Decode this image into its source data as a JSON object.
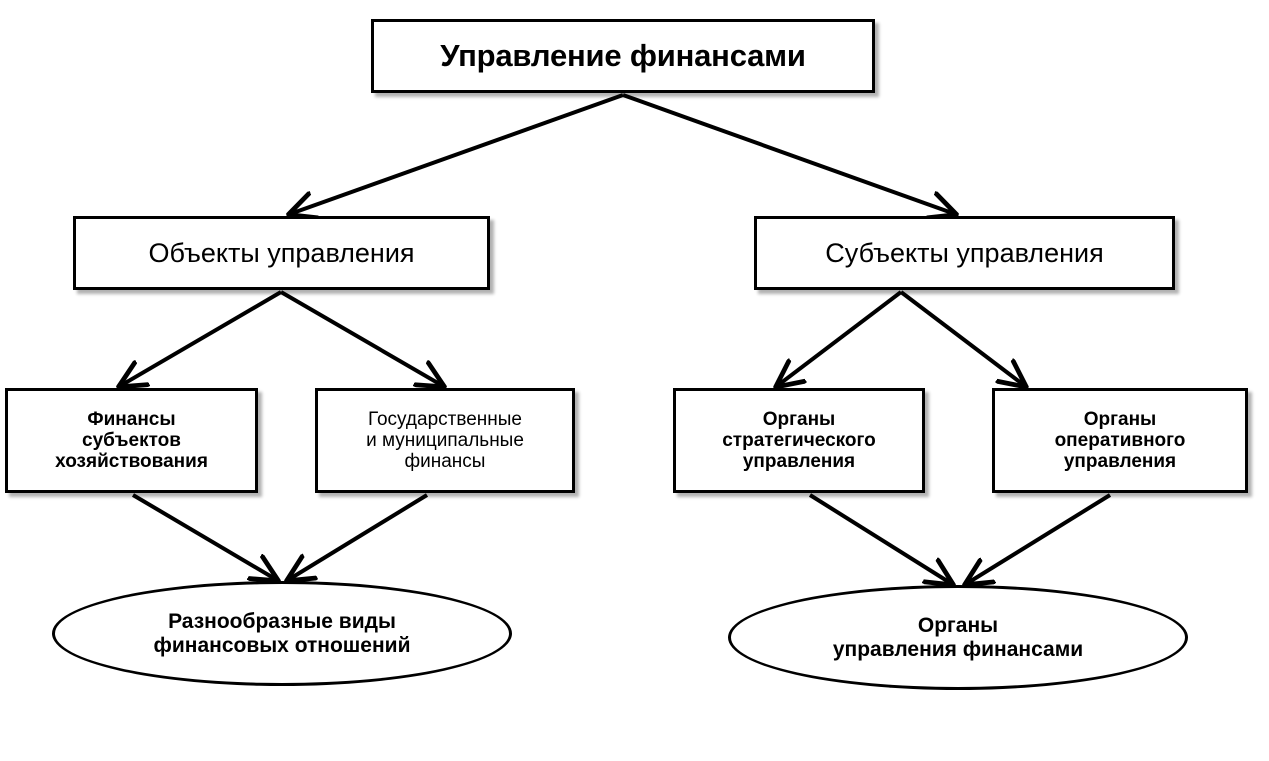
{
  "diagram": {
    "title": "Управление финансами",
    "type": "hierarchy-tree",
    "colors": {
      "stroke": "#000000",
      "fill": "#ffffff",
      "text": "#000000",
      "shadow": "rgba(0,0,0,0.30)"
    },
    "nodes": {
      "root": {
        "label": "Управление финансами",
        "shape": "rectangle",
        "level": 0
      },
      "objects": {
        "label": "Объекты управления",
        "shape": "rectangle",
        "level": 1
      },
      "subjects": {
        "label": "Субъекты управления",
        "shape": "rectangle",
        "level": 1
      },
      "entity_finance": {
        "label": "Финансы\nсубъектов\nхозяйствования",
        "shape": "rectangle",
        "level": 2
      },
      "public_finance": {
        "label": "Государственные\nи муниципальные\nфинансы",
        "shape": "rectangle",
        "level": 2
      },
      "strategic_bodies": {
        "label": "Органы\nстратегического\nуправления",
        "shape": "rectangle",
        "level": 2
      },
      "operational_bodies": {
        "label": "Органы\nоперативного\nуправления",
        "shape": "rectangle",
        "level": 2
      },
      "relations": {
        "label": "Разнообразные виды\nфинансовых отношений",
        "shape": "ellipse",
        "level": 3
      },
      "finance_bodies": {
        "label": "Органы\nуправления финансами",
        "shape": "ellipse",
        "level": 3
      }
    },
    "edges": [
      {
        "from": "root",
        "to": "objects",
        "arrow": "to"
      },
      {
        "from": "root",
        "to": "subjects",
        "arrow": "to"
      },
      {
        "from": "objects",
        "to": "entity_finance",
        "arrow": "to"
      },
      {
        "from": "objects",
        "to": "public_finance",
        "arrow": "to"
      },
      {
        "from": "subjects",
        "to": "strategic_bodies",
        "arrow": "to"
      },
      {
        "from": "subjects",
        "to": "operational_bodies",
        "arrow": "to"
      },
      {
        "from": "entity_finance",
        "to": "relations",
        "arrow": "to"
      },
      {
        "from": "public_finance",
        "to": "relations",
        "arrow": "to"
      },
      {
        "from": "strategic_bodies",
        "to": "finance_bodies",
        "arrow": "to"
      },
      {
        "from": "operational_bodies",
        "to": "finance_bodies",
        "arrow": "to"
      }
    ]
  }
}
